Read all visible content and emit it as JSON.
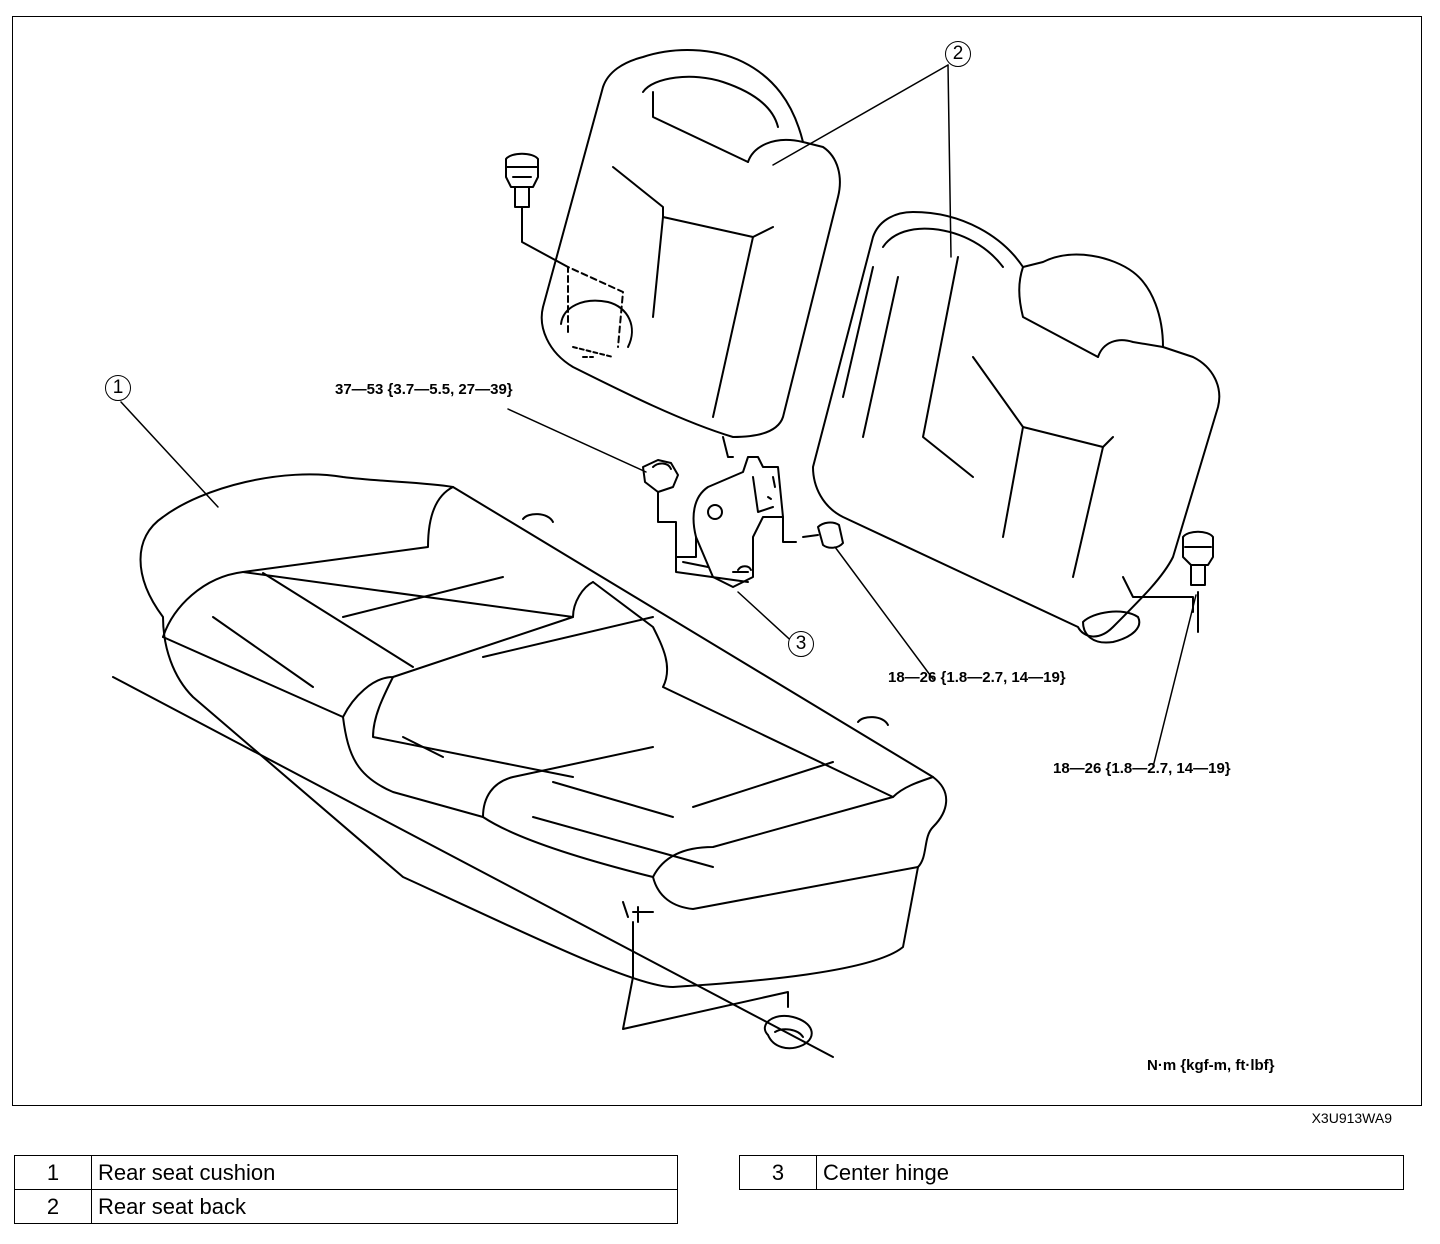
{
  "diagram": {
    "callouts": [
      "1",
      "2",
      "3"
    ],
    "torque_specs": {
      "nut": "37—53 {3.7—5.5, 27—39}",
      "bolt_center": "18—26 {1.8—2.7, 14—19}",
      "bolt_right": "18—26 {1.8—2.7, 14—19}"
    },
    "units": "N·m {kgf-m, ft·lbf}",
    "figure_code": "X3U913WA9"
  },
  "legend": {
    "left": [
      {
        "num": "1",
        "name": "Rear seat cushion"
      },
      {
        "num": "2",
        "name": "Rear seat back"
      }
    ],
    "right": [
      {
        "num": "3",
        "name": "Center hinge"
      }
    ]
  }
}
